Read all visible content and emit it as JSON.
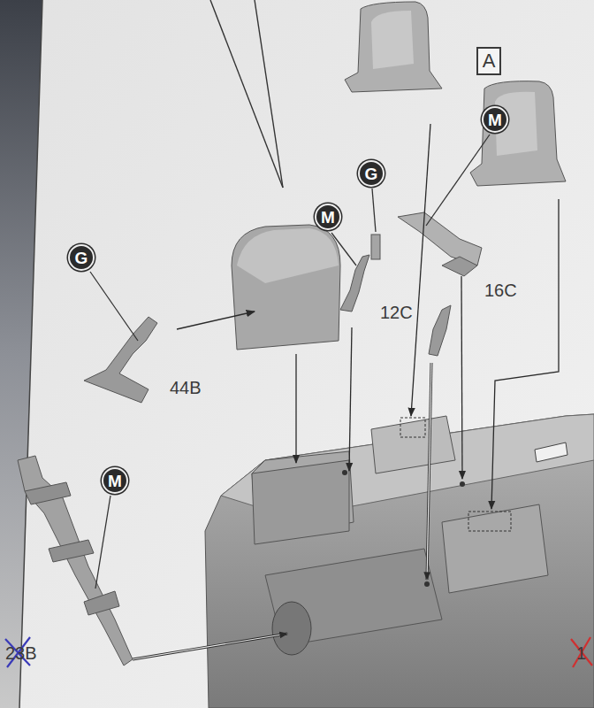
{
  "diagram": {
    "nodes": [
      {
        "text": [
          "A"
        ]
      },
      {
        "text": [
          "M"
        ]
      },
      {
        "text": [
          "G"
        ]
      },
      {
        "text": [
          "M"
        ]
      },
      {
        "text": [
          "G"
        ]
      },
      {
        "text": [
          "M"
        ]
      }
    ],
    "labels": [
      "12C",
      "16C",
      "44B",
      "23B",
      "1"
    ]
  }
}
